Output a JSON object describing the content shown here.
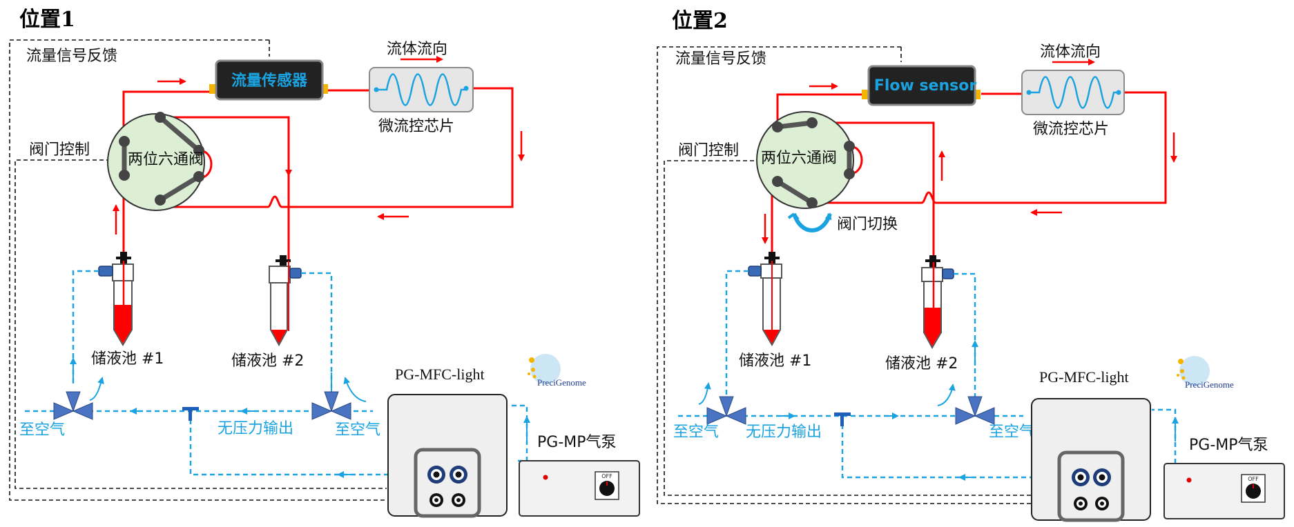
{
  "panels": [
    {
      "title": "位置1",
      "feedback_label": "流量信号反馈",
      "sensor_label": "流量传感器",
      "flow_direction_label": "流体流向",
      "chip_label": "微流控芯片",
      "valve_control_label": "阀门控制",
      "valve_label": "两位六通阀",
      "reservoir1_label": "储液池 #1",
      "reservoir2_label": "储液池 #2",
      "mfc_label": "PG-MFC-light",
      "pump_label": "PG-MP气泵",
      "air_left_label": "至空气",
      "air_right_label": "至空气",
      "no_pressure_label": "无压力输出",
      "brand_label": "PreciGenome",
      "switch_off_label": "OFF"
    },
    {
      "title": "位置2",
      "feedback_label": "流量信号反馈",
      "sensor_label": "Flow sensor",
      "flow_direction_label": "流体流向",
      "chip_label": "微流控芯片",
      "valve_control_label": "阀门控制",
      "valve_label": "两位六通阀",
      "switch_label": "阀门切换",
      "reservoir1_label": "储液池  #1",
      "reservoir2_label": "储液池 #2",
      "mfc_label": "PG-MFC-light",
      "pump_label": "PG-MP气泵",
      "air_left_label": "至空气",
      "air_right_label": "至空气",
      "no_pressure_label": "无压力输出",
      "brand_label": "PreciGenome",
      "switch_off_label": "OFF"
    }
  ],
  "colors": {
    "fluid_line": "#ff0000",
    "air_line": "#1aa3e0",
    "signal_line": "#111111",
    "valve_fill": "#dcefd4",
    "sensor_fill": "#222222"
  }
}
